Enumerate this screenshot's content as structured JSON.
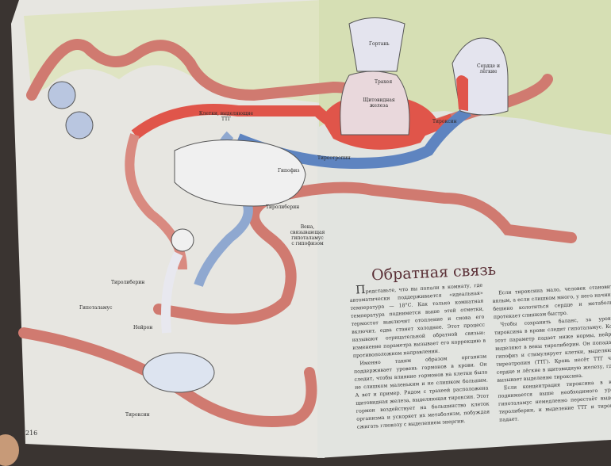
{
  "left_page": {
    "page_number": "216",
    "labels": {
      "ttg_cells": "Клетки, выделяющие ТТГ",
      "pituitary": "Гипофиз",
      "thyroliberin_1": "Тиролиберин",
      "portal_vein": "Вена, связывающая гипоталамус с гипофизом",
      "thyroliberin_2": "Тиролиберин",
      "hypothalamus": "Гипоталамус",
      "neuron": "Нейрон",
      "thyroxine": "Тироксин"
    }
  },
  "right_page": {
    "labels": {
      "larynx": "Гортань",
      "trachea": "Трахея",
      "thyroid": "Щитовидная железа",
      "heart_lungs": "Сердце и лёгкие",
      "thyroxine": "Тироксин",
      "thyrotropin": "Тиреотропин"
    },
    "title": "Обратная связь",
    "column1": [
      "Представьте, что вы попали в комнату, где автоматически поддерживается «идеальная» температура — 18°С. Как только комнатная температура поднимется выше этой отметки, термостат выключит отопление и снова его включит, едва станет холоднее. Этот процесс называют отрицательной обратной связью: изменение параметра вызывает его коррекцию в противоположном направлении.",
      "Именно таким образом организм поддерживает уровень гормонов в крови. Он следит, чтобы влияние гормонов на клетки было не слишком маленьким и не слишком большим. А вот и пример. Рядом с трахеей расположена щитовидная железа, выделяющая тироксин. Этот гормон воздействует на большинство клеток организма и ускоряет их метаболизм, побуждая сжигать глюкозу с выделением энергии."
    ],
    "column2": [
      "Если тироксина мало, человек становится вялым, а если слишком много, у него начинает бешено колотиться сердце и метаболизм протекает слишком быстро.",
      "Чтобы сохранить баланс, за уровнем тироксина в крови следит гипоталамус. Когда этот параметр падает ниже нормы, нейроны выделяют в вены тиролиберин. Он попадает в гипофиз и стимулирует клетки, выделяющие тиреотропин (ТТГ). Кровь несёт ТТГ через сердце и лёгкие в щитовидную железу, где он вызывает выделение тироксина.",
      "Если концентрация тироксина в крови поднимается выше необходимого уровня, гипоталамус немедленно перестаёт выделять тиролиберин, и выделение ТТГ и тироксина падает."
    ]
  },
  "colors": {
    "artery": "#e0554a",
    "vein": "#5e84c0",
    "title": "#5a2f36",
    "green_bg": "#d6dfb4"
  }
}
